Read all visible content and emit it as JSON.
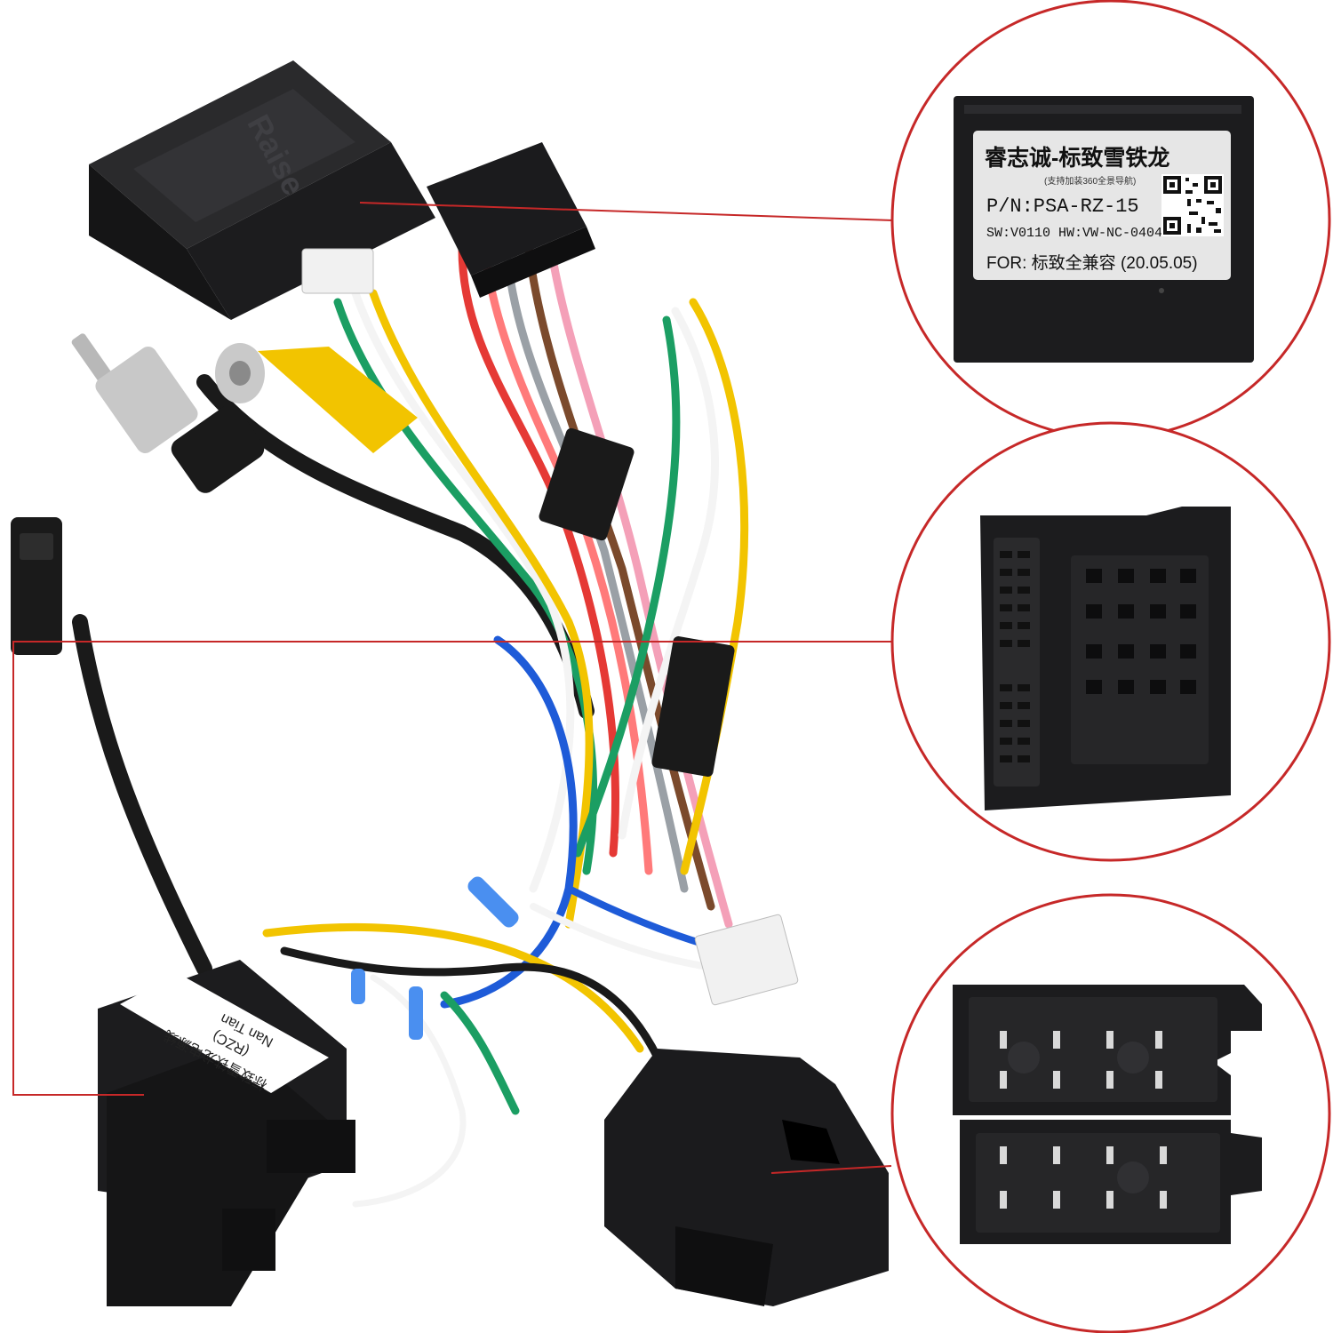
{
  "decoder_box": {
    "embossed_brand": "Raise",
    "label": {
      "title": "睿志诚-标致雪铁龙",
      "subtitle": "(支持加装360全景导航)",
      "part_number": "P/N:PSA-RZ-15",
      "versions": "SW:V0110 HW:VW-NC-0404",
      "compat": "FOR: 标致全兼容 (20.05.05)"
    }
  },
  "iso_connector": {
    "sticker_line1": "Nan Tian",
    "sticker_line2": "(RZC)",
    "sticker_line3": "标致雪铁龙电源线"
  },
  "colors": {
    "accent_red": "#c62828",
    "body_black": "#1c1c1e",
    "label_bg": "#e6e6e6",
    "wire_yellow": "#f2c400",
    "wire_red": "#e53935",
    "wire_green": "#1b9e63",
    "wire_blue": "#1e5bd8",
    "wire_white": "#f4f4f4"
  }
}
